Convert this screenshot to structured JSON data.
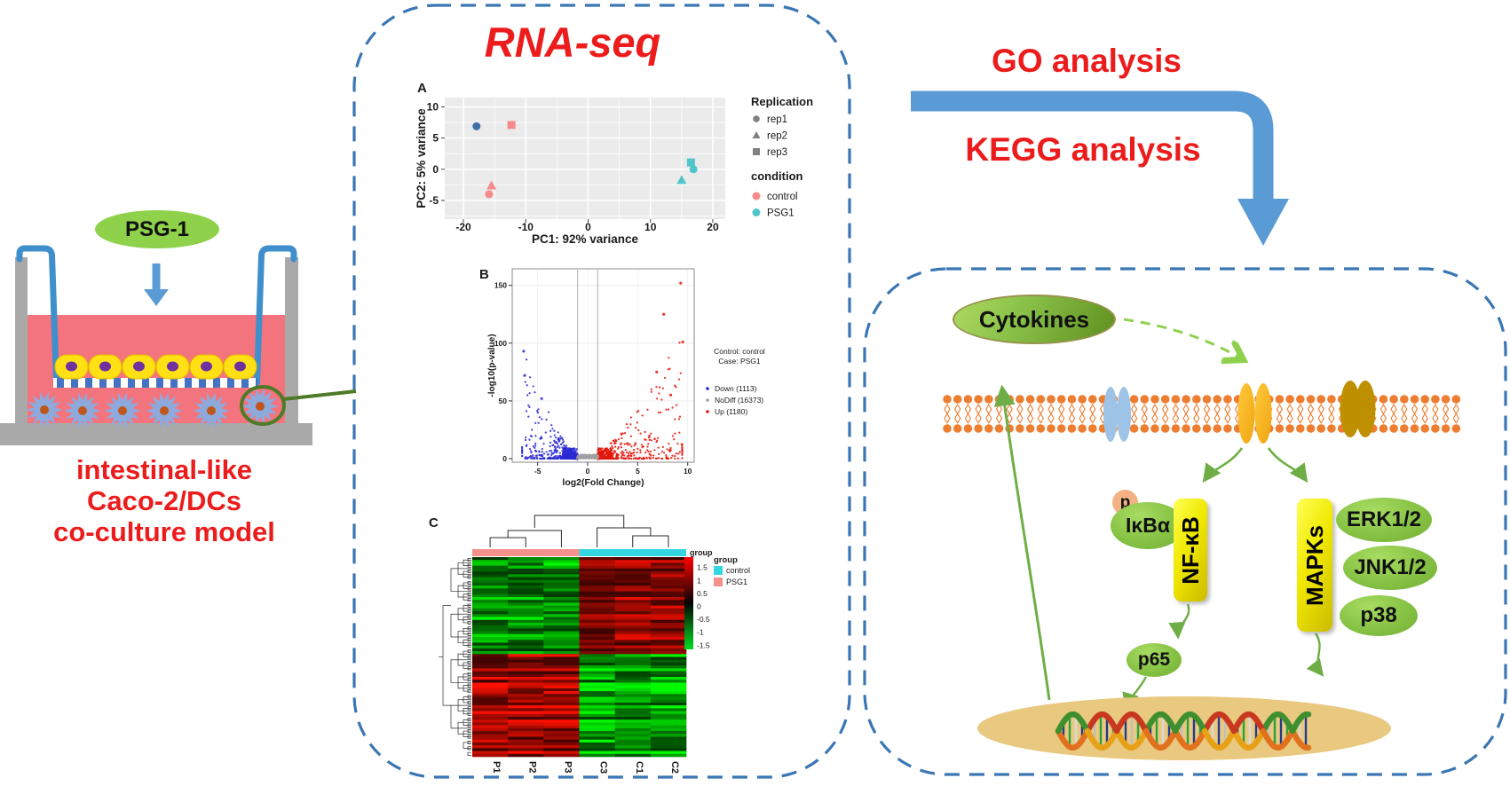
{
  "left_model": {
    "psg1_label": "PSG-1",
    "caption": {
      "line1": "intestinal-like",
      "line2": "Caco-2/DCs",
      "line3": "co-culture model"
    }
  },
  "rnaseq": {
    "title": "RNA-seq"
  },
  "analysis": {
    "go": "GO analysis",
    "kegg": "KEGG analysis"
  },
  "pathway": {
    "cytokines": "Cytokines",
    "p": "p",
    "ikba": "IκBα",
    "nfkb": "NF-κB",
    "mapks": "MAPKs",
    "erk": "ERK1/2",
    "jnk": "JNK1/2",
    "p38": "p38",
    "p65": "p65"
  },
  "colors": {
    "accent_red": "#EC1C1C",
    "arrow_blue": "#5B9BD5",
    "dash_border_blue": "#3A76B4",
    "node_green": "#8CC63F",
    "node_yellow": "#F0E800",
    "phospho_peach": "#F4B183",
    "membrane_orange": "#ED7D31",
    "nucleus_tan": "#E9C87F",
    "medium_pink": "#F4747E",
    "caco2_yellow": "#FFE014",
    "caco2_nucleus_purple": "#7030A0",
    "dc_blue": "#8EA9DB",
    "psg1_green": "#8FD14A"
  },
  "chart_data": [
    {
      "id": "pca",
      "type": "scatter",
      "panel_label": "A",
      "xlabel": "PC1: 92% variance",
      "ylabel": "PC2: 5% variance",
      "xlim": [
        -23,
        22
      ],
      "ylim": [
        -8,
        11.5
      ],
      "xticks": [
        -20,
        -10,
        0,
        10,
        20
      ],
      "yticks": [
        -5,
        0,
        5,
        10
      ],
      "grid": true,
      "panel_bg": "#EBEBEB",
      "legend_position": "right",
      "legend": {
        "shape_title": "Replication",
        "shapes": [
          {
            "label": "rep1",
            "shape": "circle"
          },
          {
            "label": "rep2",
            "shape": "triangle"
          },
          {
            "label": "rep3",
            "shape": "square"
          }
        ],
        "color_title": "condition",
        "colors": [
          {
            "label": "control",
            "color": "#F48A8A"
          },
          {
            "label": "PSG1",
            "color": "#4FC6CC"
          }
        ]
      },
      "points": [
        {
          "x": -17.9,
          "y": 6.9,
          "shape": "circle",
          "color": "#3E6FA8",
          "group": "control",
          "rep": "rep1"
        },
        {
          "x": -12.3,
          "y": 7.1,
          "shape": "square",
          "color": "#F48A8A",
          "group": "control",
          "rep": "rep3"
        },
        {
          "x": -15.5,
          "y": -2.6,
          "shape": "triangle",
          "color": "#F48A8A",
          "group": "control",
          "rep": "rep2"
        },
        {
          "x": -15.9,
          "y": -4.0,
          "shape": "circle",
          "color": "#F48A8A",
          "group": "control",
          "rep": "rep1"
        },
        {
          "x": 16.5,
          "y": 1.1,
          "shape": "square",
          "color": "#4FC6CC",
          "group": "PSG1",
          "rep": "rep3"
        },
        {
          "x": 16.9,
          "y": 0.0,
          "shape": "circle",
          "color": "#4FC6CC",
          "group": "PSG1",
          "rep": "rep1"
        },
        {
          "x": 15.0,
          "y": -1.7,
          "shape": "triangle",
          "color": "#4FC6CC",
          "group": "PSG1",
          "rep": "rep2"
        }
      ]
    },
    {
      "id": "volcano",
      "type": "scatter",
      "panel_label": "B",
      "xlabel": "log2(Fold Change)",
      "ylabel": "-log10(p-value)",
      "xlim": [
        -7.5,
        10.6
      ],
      "ylim": [
        -5,
        158
      ],
      "xticks": [
        -5,
        0,
        5,
        10
      ],
      "yticks": [
        0,
        50,
        100,
        150
      ],
      "threshold_vlines_x": [
        -1,
        1
      ],
      "legend_header": [
        "Control: control",
        "Case: PSG1"
      ],
      "series": [
        {
          "name": "Down (1113)",
          "count": 1113,
          "color": "#2A2AD4",
          "x_range": [
            -6.6,
            -1
          ]
        },
        {
          "name": "NoDiff (16373)",
          "count": 16373,
          "color": "#A0A0A0",
          "x_range": [
            -1,
            1
          ]
        },
        {
          "name": "Up (1180)",
          "count": 1180,
          "color": "#E3170D",
          "x_range": [
            1,
            9.6
          ]
        }
      ],
      "notable_points": [
        {
          "x": 9.3,
          "y": 152,
          "series": "Up"
        },
        {
          "x": 7.6,
          "y": 125,
          "series": "Up"
        },
        {
          "x": 9.5,
          "y": 101,
          "series": "Up"
        },
        {
          "x": 6.9,
          "y": 75,
          "series": "Up"
        },
        {
          "x": 8.3,
          "y": 55,
          "series": "Up"
        },
        {
          "x": -6.4,
          "y": 93,
          "series": "Down"
        },
        {
          "x": -6.3,
          "y": 72,
          "series": "Down"
        },
        {
          "x": -4.6,
          "y": 52,
          "series": "Down"
        }
      ]
    },
    {
      "id": "heatmap",
      "type": "heatmap",
      "panel_label": "C",
      "columns": [
        "P1",
        "P2",
        "P3",
        "C3",
        "C1",
        "C2"
      ],
      "column_groups": {
        "P1": "PSG1",
        "P2": "PSG1",
        "P3": "PSG1",
        "C3": "control",
        "C1": "control",
        "C2": "control"
      },
      "annotation_label": "group",
      "annotation_colors": {
        "PSG1": "#F4918B",
        "control": "#33D6E0"
      },
      "colorscale": {
        "ticks": [
          1.5,
          1,
          0.5,
          0,
          -0.5,
          -1,
          -1.5
        ],
        "high": "#FF0000",
        "mid": "#000000",
        "low": "#00DD22"
      },
      "legend": {
        "title": "group",
        "items": [
          {
            "label": "control",
            "color": "#33D6E0"
          },
          {
            "label": "PSG1",
            "color": "#F4918B"
          }
        ]
      },
      "pattern": {
        "rows": 70,
        "top_block_fraction": 0.48,
        "top_block": {
          "PSG1_cols": "low (green)",
          "control_cols": "high (red)"
        },
        "bottom_block": {
          "PSG1_cols": "high (red)",
          "control_cols": "low (green)"
        }
      }
    }
  ]
}
